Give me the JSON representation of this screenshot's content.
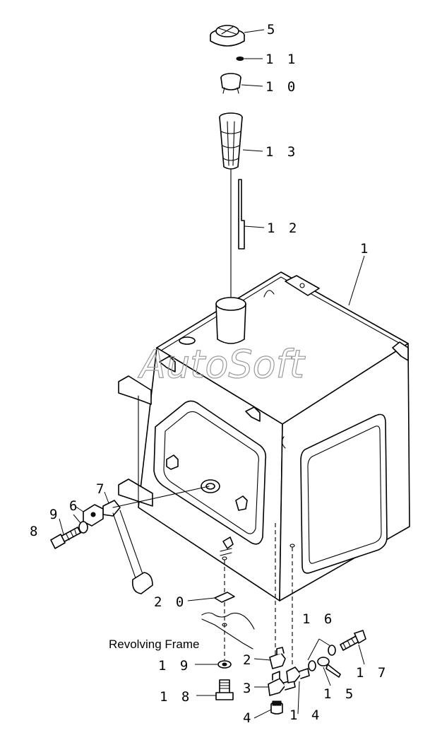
{
  "watermark": "AutoSoft",
  "labels": {
    "revolving_frame": "Revolving Frame"
  },
  "callouts": {
    "c1": "1",
    "c2": "2",
    "c3": "3",
    "c4": "4",
    "c5": "5",
    "c6": "6",
    "c7": "7",
    "c8": "8",
    "c9": "9",
    "c10": "1 0",
    "c11": "1 1",
    "c12": "1 2",
    "c13": "1 3",
    "c14": "1 4",
    "c15": "1 5",
    "c16": "1 6",
    "c17": "1 7",
    "c18": "1 8",
    "c19": "1 9",
    "c20": "2 0"
  }
}
